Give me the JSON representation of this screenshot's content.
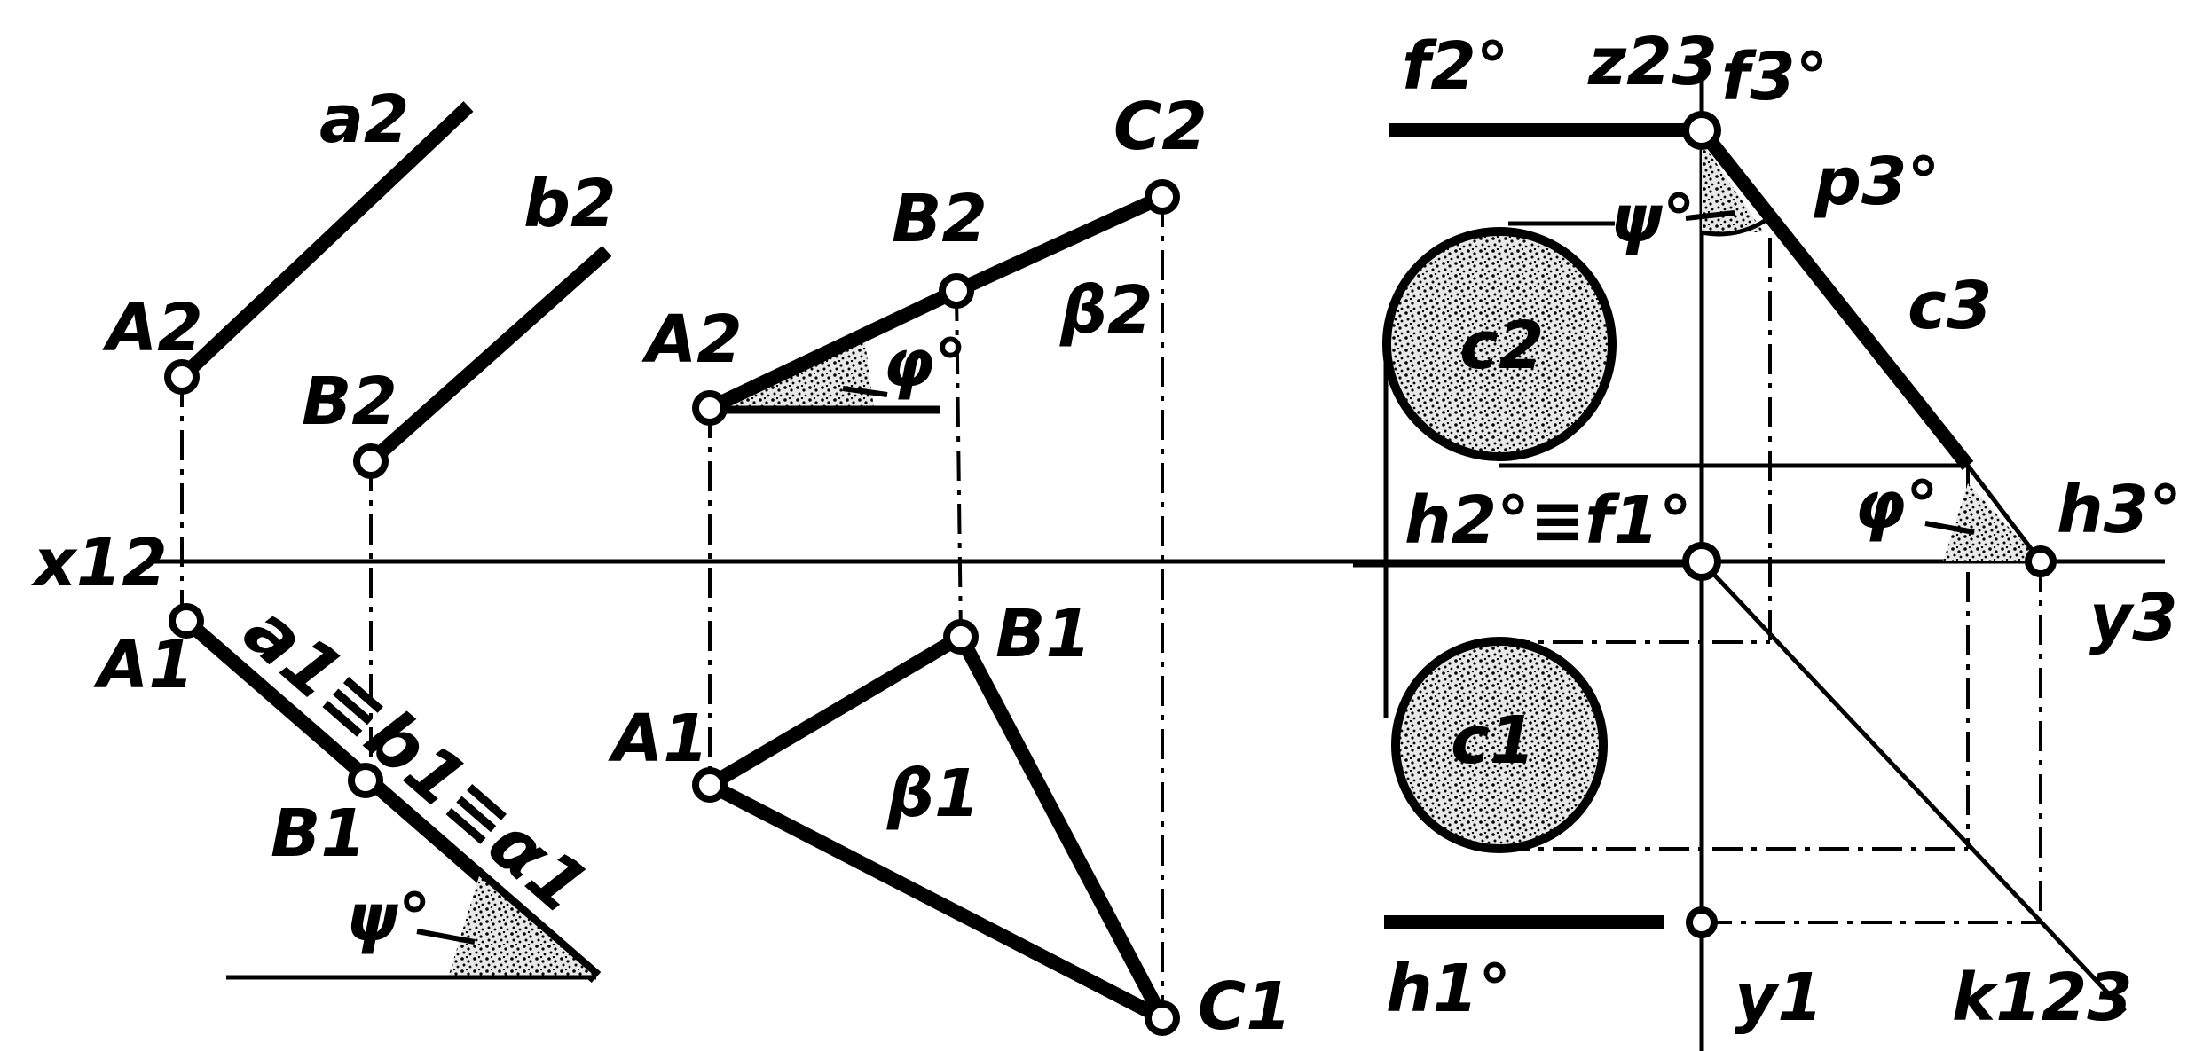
{
  "axes": {
    "x12": "x12",
    "y3": "y3",
    "z23": "z23",
    "y1": "y1",
    "k123": "k123"
  },
  "panel_lines": {
    "a2": "a2",
    "b2": "b2",
    "A2": "A2",
    "B2": "B2",
    "A1": "A1",
    "B1": "B1",
    "a1_equiv": "a1≡b1≡α1",
    "psi": "ψ°"
  },
  "panel_triangle": {
    "A2": "A2",
    "B2": "B2",
    "C2": "C2",
    "beta2": "β2",
    "phi": "φ°",
    "A1": "A1",
    "B1": "B1",
    "C1": "C1",
    "beta1": "β1"
  },
  "panel_profile": {
    "f2": "f2°",
    "f3": "f3°",
    "p3": "p3°",
    "psi": "ψ°",
    "c2": "c2",
    "c3": "c3",
    "h2f1": "h2°≡f1°",
    "phi": "φ°",
    "h3": "h3°",
    "c1": "c1",
    "h1": "h1°"
  }
}
